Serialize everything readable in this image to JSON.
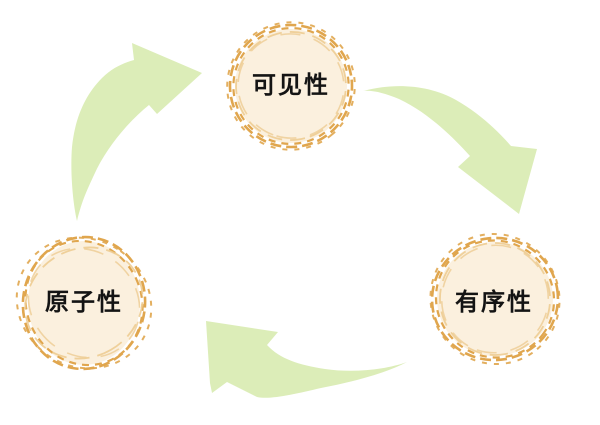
{
  "diagram": {
    "type": "cycle",
    "background": "#FFFFFF",
    "colors": {
      "node_fill": "#FBF0DE",
      "node_stroke": "#E0A64E",
      "node_stroke_light": "#EDCC92",
      "arrow": "#DCEDB8",
      "label": "#141414"
    },
    "nodes": [
      {
        "id": "visibility",
        "position": "top",
        "label": "可见性"
      },
      {
        "id": "atomicity",
        "position": "left",
        "label": "原子性"
      },
      {
        "id": "ordering",
        "position": "right",
        "label": "有序性"
      }
    ],
    "arrows": [
      {
        "name": "arrow-atomicity-to-visibility",
        "direction": "up-right"
      },
      {
        "name": "arrow-visibility-to-ordering",
        "direction": "down-right"
      },
      {
        "name": "arrow-ordering-to-atomicity",
        "direction": "left-up"
      }
    ]
  }
}
